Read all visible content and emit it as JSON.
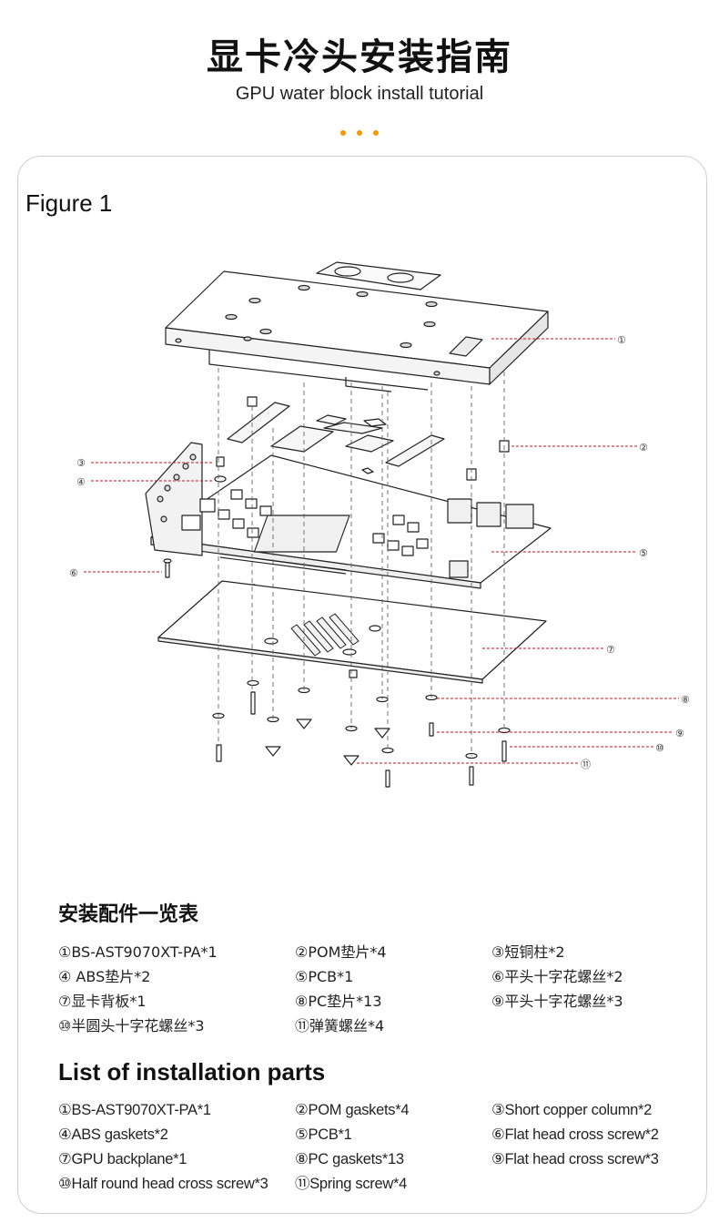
{
  "header": {
    "title": "显卡冷头安装指南",
    "subtitle": "GPU water block install tutorial"
  },
  "figure_label": "Figure 1",
  "callouts": [
    "①",
    "②",
    "③",
    "④",
    "⑤",
    "⑥",
    "⑦",
    "⑧",
    "⑨",
    "⑩",
    "⑪"
  ],
  "parts_cn": {
    "title": "安装配件一览表",
    "items": [
      "①BS-AST9070XT-PA*1",
      "②POM垫片*4",
      "③短铜柱*2",
      "④ ABS垫片*2",
      "⑤PCB*1",
      "⑥平头十字花螺丝*2",
      "⑦显卡背板*1",
      "⑧PC垫片*13",
      "⑨平头十字花螺丝*3",
      "⑩半圆头十字花螺丝*3",
      "⑪弹簧螺丝*4"
    ]
  },
  "parts_en": {
    "title": "List of installation parts",
    "items": [
      "①BS-AST9070XT-PA*1",
      "②POM gaskets*4",
      "③Short copper column*2",
      "④ABS gaskets*2",
      "⑤PCB*1",
      "⑥Flat head cross screw*2",
      "⑦GPU backplane*1",
      "⑧PC gaskets*13",
      "⑨Flat head cross screw*3",
      "⑩Half round head cross screw*3",
      "⑪Spring screw*4"
    ]
  },
  "colors": {
    "accent": "#f39800",
    "leader": "#c8161d",
    "line": "#222222",
    "border": "#cfcfcf"
  }
}
